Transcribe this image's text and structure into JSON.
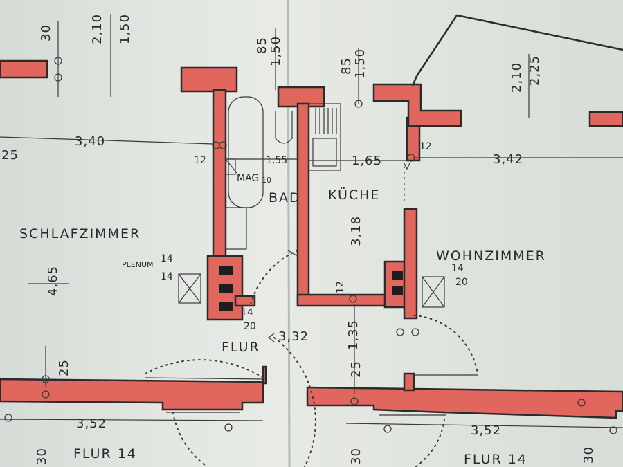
{
  "rooms": {
    "schlafzimmer": "SCHLAFZIMMER",
    "bad": "BAD",
    "kueche": "KÜCHE",
    "wohnzimmer": "WOHNZIMMER",
    "flur_center": "FLUR",
    "flur_left": "FLUR 14",
    "flur_right": "FLUR 14"
  },
  "fixtures": {
    "mag": "MAG",
    "mag_sub": "10",
    "plenum": "PLENUM",
    "plenum_14a": "14",
    "plenum_14b": "14"
  },
  "dimensions": {
    "top_left_30": "30",
    "top_left_210": "2,10",
    "top_left_150": "1,50",
    "top_bad_85": "85",
    "top_bad_150": "1,50",
    "top_kueche_85": "85",
    "top_kueche_150": "1,50",
    "top_right_210": "2,10",
    "top_right_225": "2,25",
    "left_25": "25",
    "schlaf_width": "3,40",
    "wall_12_left": "12",
    "bad_155": "1,55",
    "kueche_165": "1,65",
    "wall_12_right": "12",
    "wohn_width": "3,42",
    "kueche_depth": "3,18",
    "schlaf_depth": "4,65",
    "chimney_right_14": "14",
    "chimney_right_20": "20",
    "kueche_bottom_12": "12",
    "chimney_left_14": "14",
    "chimney_left_20": "20",
    "flur_332": "3,32",
    "flur_135": "1,35",
    "flur_25_center": "25",
    "flur_25_left": "25",
    "bottom_left_352": "3,52",
    "bottom_right_352": "3,52",
    "bottom_30_left": "30",
    "bottom_30_mid": "30",
    "bottom_30_right": "30"
  }
}
